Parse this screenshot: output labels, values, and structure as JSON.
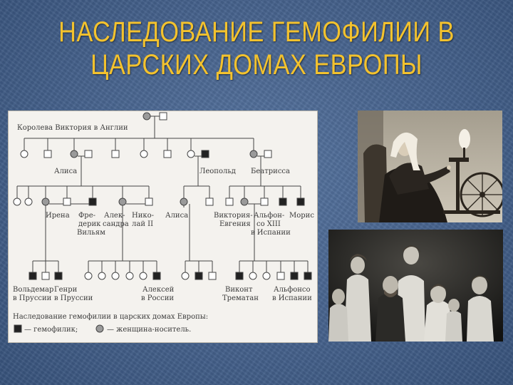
{
  "slide": {
    "title_line1": "НАСЛЕДОВАНИЕ ГЕМОФИЛИИ В",
    "title_line2": "ЦАРСКИХ ДОМАХ ЕВРОПЫ"
  },
  "pedigree": {
    "queen_victoria": "Королева Виктория в Англии",
    "alisa": "Алиса",
    "leopold": "Леопольд",
    "beatrice": "Беатрисса",
    "irena": "Ирена",
    "frederick_1": "Фре-",
    "frederick_2": "дерик",
    "frederick_3": "Вильям",
    "alexandra_1": "Алек-",
    "alexandra_2": "сандра",
    "nicholas_1": "Нико-",
    "nicholas_2": "лай II",
    "alisa2": "Алиса",
    "victoria_eugenia_1": "Виктория-",
    "victoria_eugenia_2": "Евгения",
    "alfonso13_1": "Альфон-",
    "alfonso13_2": "со XIII",
    "alfonso13_3": "в Испании",
    "maurice": "Морис",
    "waldemar_1": "Вольдемар",
    "waldemar_2": "в Пруссии",
    "henry_1": "Генри",
    "henry_2": "в Пруссии",
    "alexei_1": "Алексей",
    "alexei_2": "в России",
    "viscount_1": "Виконт",
    "viscount_2": "Трематан",
    "alfonso_1": "Альфонсо",
    "alfonso_2": "в Испании",
    "legend_title": "Наследование гемофилии в царских домах Европы:",
    "legend_hemophiliac": "— гемофилик;",
    "legend_carrier": "— женщина-носитель."
  },
  "colors": {
    "title": "#f3c22e",
    "background": "#4a6488",
    "affected": "#222222",
    "carrier": "#9a9a9a"
  }
}
